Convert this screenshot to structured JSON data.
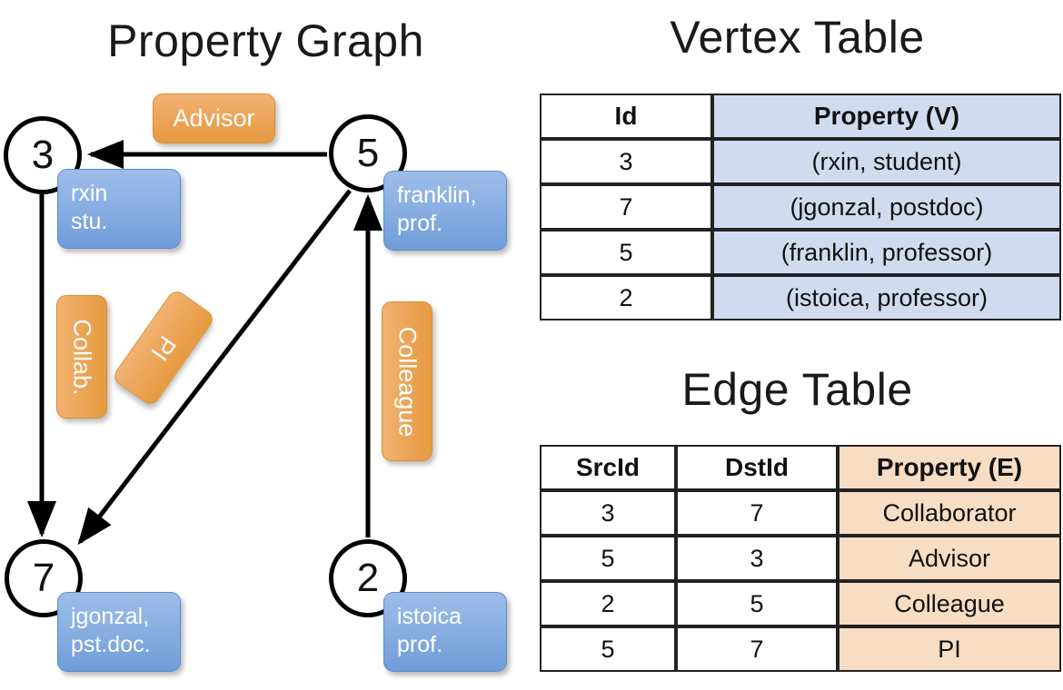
{
  "titles": {
    "property_graph": "Property Graph",
    "vertex_table": "Vertex Table",
    "edge_table": "Edge Table"
  },
  "colors": {
    "vertex_property_fill": "#CFDCF0",
    "edge_property_fill": "#F6DDC4",
    "node_box_blue_top": "#9DBDE9",
    "node_box_blue_bottom": "#6F9CD8",
    "edge_label_orange_top": "#F1B371",
    "edge_label_orange_bottom": "#E79A40",
    "stroke_black": "#000000"
  },
  "graph": {
    "nodes": [
      {
        "id": "3",
        "prop_lines": [
          "rxin",
          "stu."
        ]
      },
      {
        "id": "5",
        "prop_lines": [
          "franklin,",
          "prof."
        ]
      },
      {
        "id": "7",
        "prop_lines": [
          "jgonzal,",
          "pst.doc."
        ]
      },
      {
        "id": "2",
        "prop_lines": [
          "istoica",
          "prof."
        ]
      }
    ],
    "edge_labels": [
      {
        "text": "Advisor",
        "orientation": "horizontal"
      },
      {
        "text": "Collab.",
        "orientation": "vertical"
      },
      {
        "text": "PI",
        "orientation": "rotated"
      },
      {
        "text": "Colleague",
        "orientation": "vertical"
      }
    ],
    "edges": [
      {
        "src": "5",
        "dst": "3",
        "label": "Advisor"
      },
      {
        "src": "3",
        "dst": "7",
        "label": "Collab."
      },
      {
        "src": "5",
        "dst": "7",
        "label": "PI"
      },
      {
        "src": "2",
        "dst": "5",
        "label": "Colleague"
      }
    ]
  },
  "vertex_table": {
    "headers": [
      "Id",
      "Property (V)"
    ],
    "rows": [
      {
        "id": "3",
        "property": "(rxin, student)"
      },
      {
        "id": "7",
        "property": "(jgonzal, postdoc)"
      },
      {
        "id": "5",
        "property": "(franklin, professor)"
      },
      {
        "id": "2",
        "property": "(istoica, professor)"
      }
    ]
  },
  "edge_table": {
    "headers": [
      "SrcId",
      "DstId",
      "Property (E)"
    ],
    "rows": [
      {
        "src": "3",
        "dst": "7",
        "property": "Collaborator"
      },
      {
        "src": "5",
        "dst": "3",
        "property": "Advisor"
      },
      {
        "src": "2",
        "dst": "5",
        "property": "Colleague"
      },
      {
        "src": "5",
        "dst": "7",
        "property": "PI"
      }
    ]
  }
}
